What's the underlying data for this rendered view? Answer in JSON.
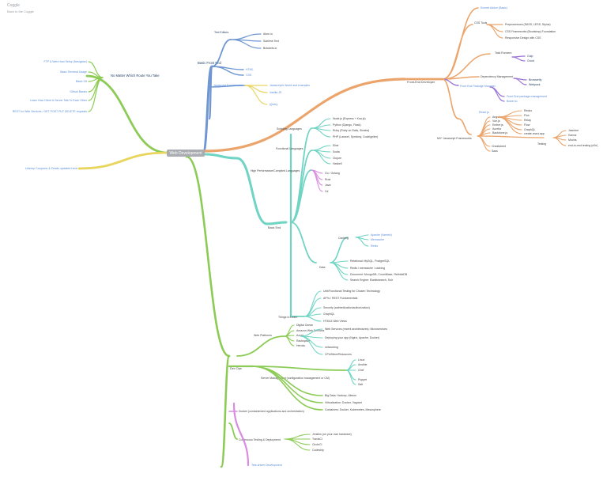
{
  "header": {
    "title": "Coggle",
    "link": "Back to the Coggle"
  },
  "center": "Web Development",
  "colors": {
    "blue": "#6f96d2",
    "orange": "#eba46b",
    "green": "#8ccb56",
    "yellow": "#e8d55e",
    "teal": "#6fd4c3",
    "purple": "#9a74d6",
    "pink": "#d98ce0",
    "label": "#1e3a5f",
    "link": "#5a8dd8",
    "text": "#444444"
  },
  "nodes": {
    "no_matter": "No Matter Which Route You Take",
    "nm": [
      "FTP & Web Host Setup (Navigator)",
      "Basic Terminal Usage",
      "Basic Git",
      "Github Basics",
      "Learn How Client & Server Talk To Each Other",
      "REST for Web Services / GET POST PUT DELETE requests"
    ],
    "udemy": "Udemy Coupons & Deals updated here",
    "basic_front": "Basic Front End",
    "text_editors": "Text Editors",
    "te": [
      "Atom.io",
      "Sublime Text",
      "Brackets.io"
    ],
    "html": "HTML",
    "css": "CSS",
    "js_fund": "Javascript Fundamental",
    "js_fund_items": [
      "Javascript's World and examples",
      "Vanilla JS",
      "jQuery"
    ],
    "front_dev": "Front-End Developer",
    "fd_top": [
      "Emmet Addon (Basic)",
      "CSS Tools"
    ],
    "css_tools": [
      "Preprocessors (SASS, LESS, Stylus)",
      "CSS Frameworks (Bootstrap) Foundation",
      "Responsive Design with CSS"
    ],
    "task_runners": "Task Runners",
    "task_items": [
      "Gulp",
      "Grunt"
    ],
    "dep_mgmt": "Dependency Management",
    "dep_items": [
      "Browserify",
      "Webpack"
    ],
    "front_pkg": "Front End Package Manager",
    "pkg_items": [
      "Front End package management",
      "Bower.io"
    ],
    "react": "React.js",
    "mvc": "MV* Javascript Frameworks",
    "mvc_items": [
      "Angular",
      "Vue.js",
      "Ember.js",
      "Aurelia",
      "Backbone.js"
    ],
    "react_items": [
      "Redux",
      "Flux",
      "Relay",
      "Flow",
      "GraphQL",
      "create-react-app"
    ],
    "mvc_more": [
      "Cheatsheet",
      "Sass",
      "Testing"
    ],
    "testing_items": [
      "Jasmine",
      "Karma",
      "Mocha",
      "end-to-end testing (e2e)"
    ],
    "back_end": "Back End",
    "scripting": "Scripting Languages",
    "scripting_items": [
      "Node.js (Express + Koa.js)",
      "Python (Django, Flask)",
      "Ruby (Ruby on Rails, Sinatra)",
      "PHP (Laravel, Symfony, CodeIgniter)"
    ],
    "functional": "Functional Languages",
    "functional_items": [
      "Elixir",
      "Scala",
      "Clojure",
      "Haskell"
    ],
    "high_perf": "High Performance/Compiled Languages",
    "hp_items": [
      "Go / Golang",
      "Rust",
      "Java",
      "C#"
    ],
    "caching": "Caching",
    "caching_items": [
      "Apache (Varnish)",
      "Memcache",
      "Redis"
    ],
    "data": "Data",
    "data_items": [
      "Relational: MySQL, PostgreSQL",
      "Redis / memcache / caching",
      "Document: MongoDB, CouchBase, RethinkDB",
      "Search Engine: Elasticsearch, Solr"
    ],
    "things": "Things to Learn",
    "things_items": [
      "Unit/Functional Testing for Chosen Technology",
      "API's / REST Fundamentals",
      "Security (authentication/authorization)",
      "GraphQL",
      "HTML5 Web Views"
    ],
    "web_platforms": "Web Platforms",
    "wp_items": [
      "Digital Ocean",
      "Amazon Web Services",
      "Azure",
      "Rackspace",
      "Heroku"
    ],
    "wp_more": [
      "Web Services (recent architectures): Microservices",
      "Deploying your app (Nginx, Apache, Docker)",
      "networking",
      "CPU/Mem/Resources"
    ],
    "devops": "Dev Ops",
    "config_mgmt": "Server Management (configuration management or CM)",
    "config_items": [
      "Linux",
      "Ansible",
      "Chef",
      "Puppet",
      "Salt"
    ],
    "config_extra": [
      "Big Data: Hadoop, Mesos",
      "Virtualization: Docker, Vagrant",
      "Containers: Docker, Kubernetes, Mesosphere"
    ],
    "docker": "Docker (containerized applications and orchestration)",
    "ci": "Continuous Testing & Deployment",
    "ci_items": [
      "Jenkins (on your own hardware)",
      "TravisCI",
      "CircleCI",
      "Codeship"
    ],
    "tdd": "Test-driven Development"
  }
}
